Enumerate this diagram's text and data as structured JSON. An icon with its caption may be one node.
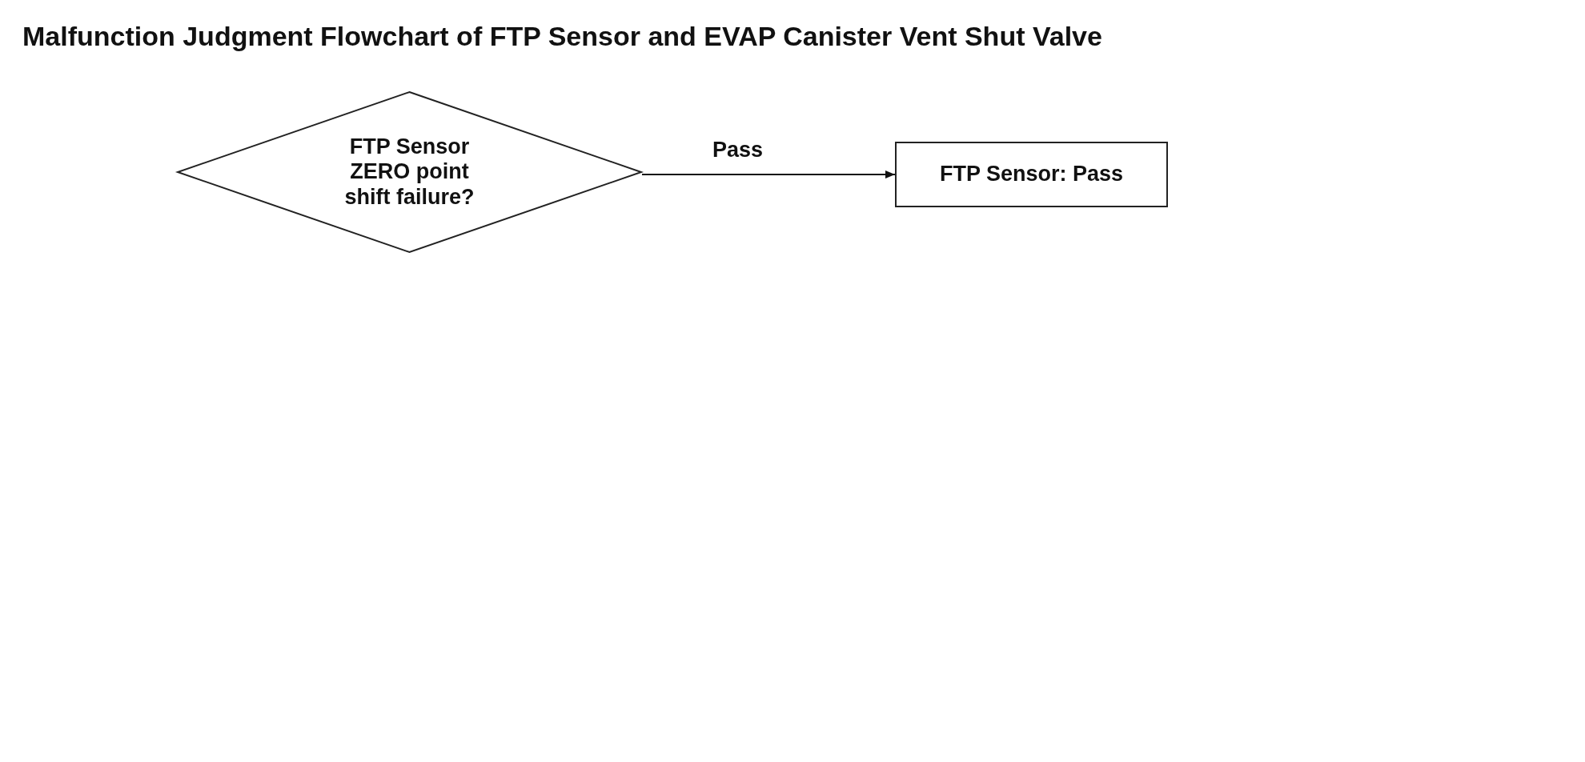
{
  "diagram": {
    "title": "Malfunction Judgment Flowchart of FTP Sensor and EVAP Canister Vent Shut Valve",
    "nodes": [
      {
        "text": [
          "FTP Sensor ZERO point shift failure?"
        ]
      },
      {
        "text": [
          "FTP Sensor: Pass"
        ]
      }
    ],
    "edges": [
      {
        "from": 0,
        "to": 1,
        "arrow": "to",
        "label": "Pass"
      }
    ]
  }
}
